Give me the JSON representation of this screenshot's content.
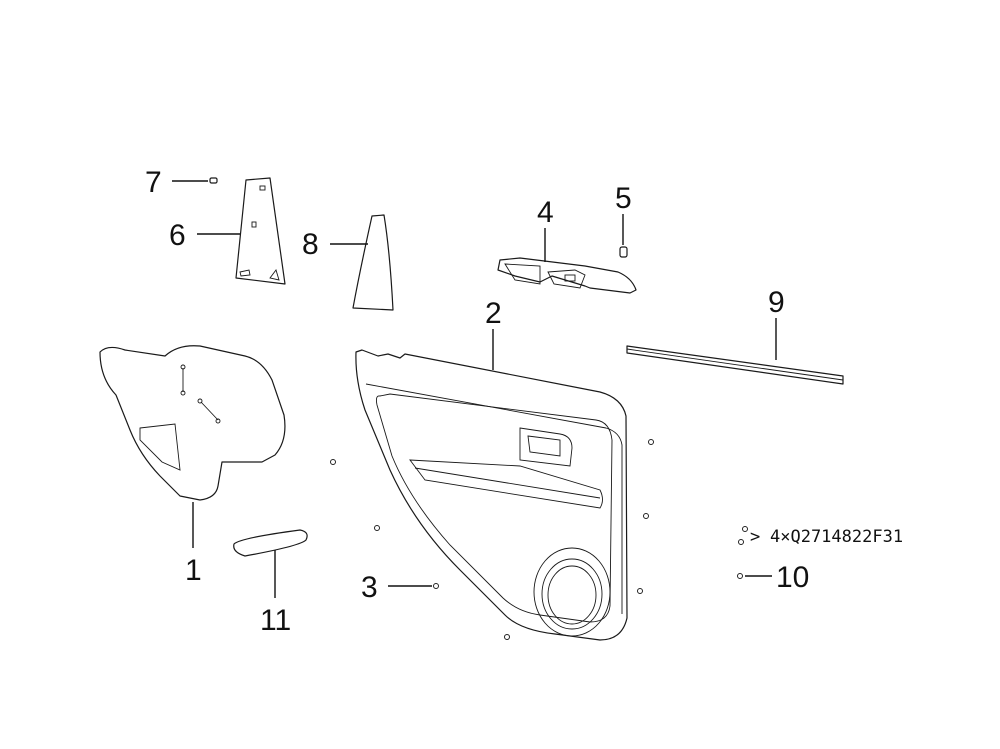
{
  "callouts": [
    {
      "id": "1",
      "label": "1"
    },
    {
      "id": "2",
      "label": "2"
    },
    {
      "id": "3",
      "label": "3"
    },
    {
      "id": "4",
      "label": "4"
    },
    {
      "id": "5",
      "label": "5"
    },
    {
      "id": "6",
      "label": "6"
    },
    {
      "id": "7",
      "label": "7"
    },
    {
      "id": "8",
      "label": "8"
    },
    {
      "id": "9",
      "label": "9"
    },
    {
      "id": "10",
      "label": "10"
    },
    {
      "id": "11",
      "label": "11"
    }
  ],
  "fastener_note": {
    "symbol": ">",
    "text": "4×Q2714822F31"
  }
}
